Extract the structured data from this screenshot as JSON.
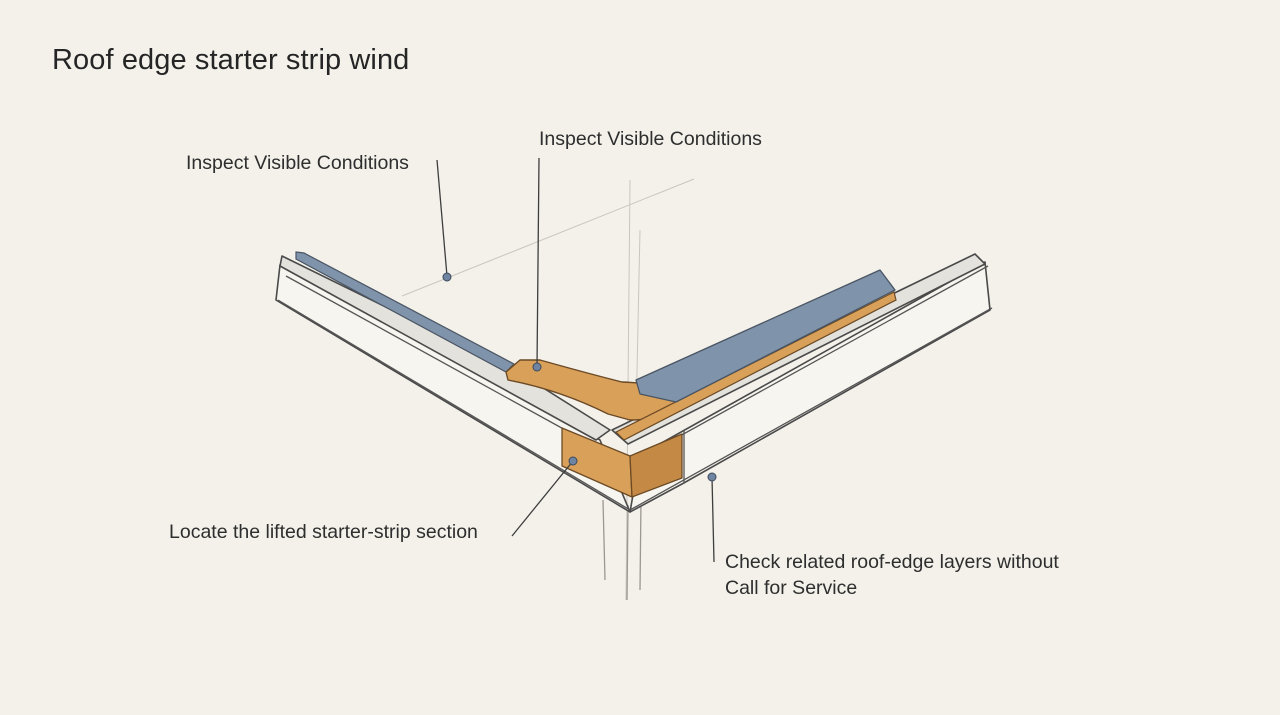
{
  "diagram": {
    "title": "Roof edge starter strip wind",
    "callouts": [
      {
        "id": "inspect-left",
        "text": "Inspect Visible Conditions"
      },
      {
        "id": "inspect-top",
        "text": "Inspect Visible Conditions"
      },
      {
        "id": "locate-lifted",
        "text": "Locate the lifted starter-strip section"
      },
      {
        "id": "check-layers",
        "lines": [
          "Check related roof-edge layers without",
          "Call for Service"
        ]
      }
    ],
    "colors": {
      "background": "#f3f1ea",
      "metal_flashing": "#7f93ab",
      "starter_strip": "#d9a05a",
      "fascia_board": "#f7f5ef",
      "sketch_line": "#4a4a4a",
      "marker_dot": "#6f84a0"
    }
  }
}
